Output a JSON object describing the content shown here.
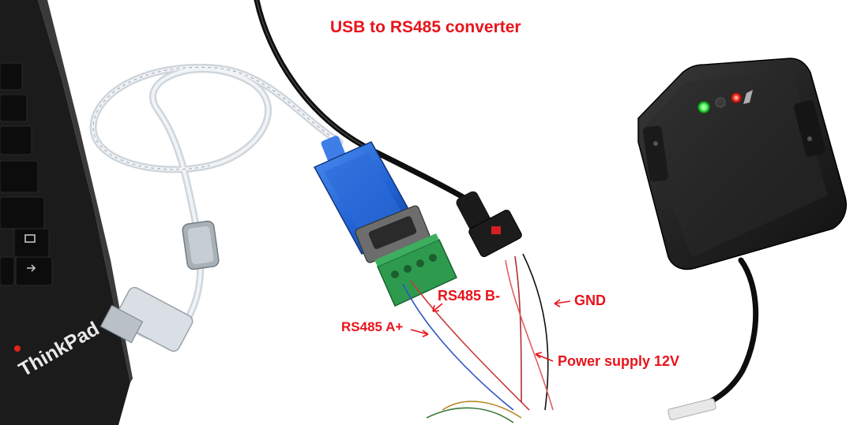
{
  "title": "USB to RS485 converter",
  "labels": {
    "rs485_b": "RS485 B-",
    "rs485_a": "RS485 A+",
    "gnd": "GND",
    "power": "Power supply 12V"
  },
  "laptop_brand": "ThinkPad",
  "colors": {
    "label_red": "#e8141b",
    "converter_blue": "#1f5fd0",
    "terminal_green": "#2e9a4e",
    "led_green": "#4cff5a",
    "led_red": "#ff3a2a"
  }
}
